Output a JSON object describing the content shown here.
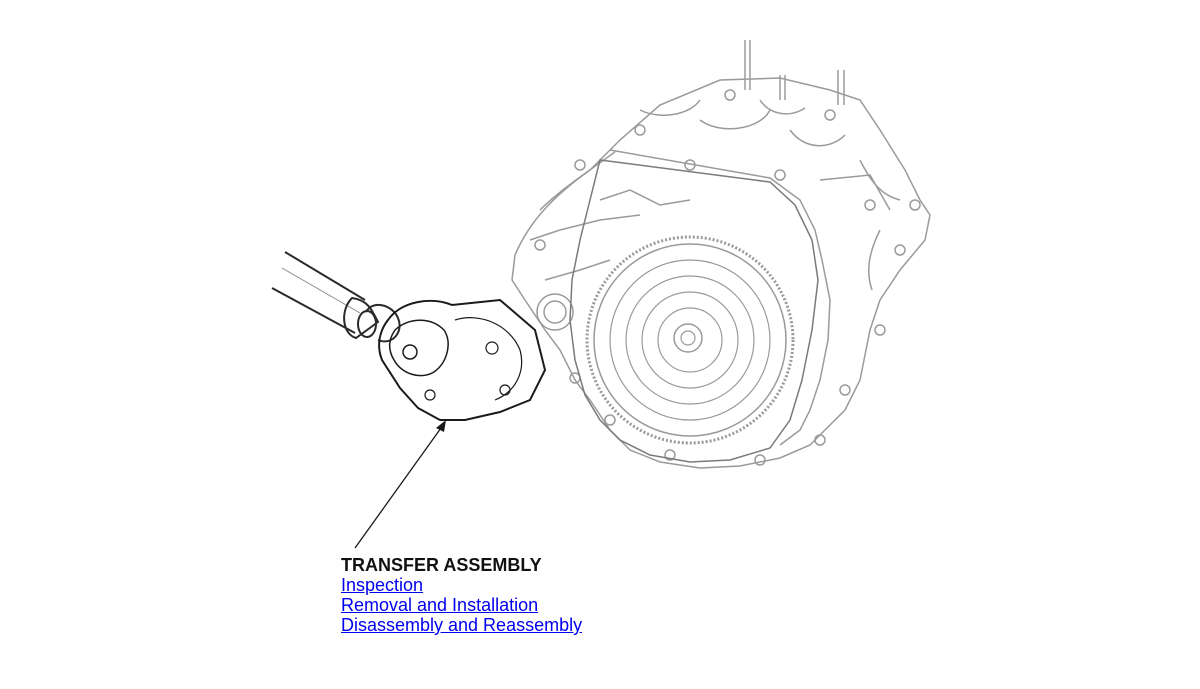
{
  "callout": {
    "title": "TRANSFER ASSEMBLY",
    "links": [
      {
        "label": "Inspection"
      },
      {
        "label": "Removal and Installation"
      },
      {
        "label": "Disassembly and Reassembly"
      }
    ]
  },
  "colors": {
    "line_art": "#9a9a9a",
    "dark_line": "#1a1a1a",
    "link": "#0000ee"
  }
}
